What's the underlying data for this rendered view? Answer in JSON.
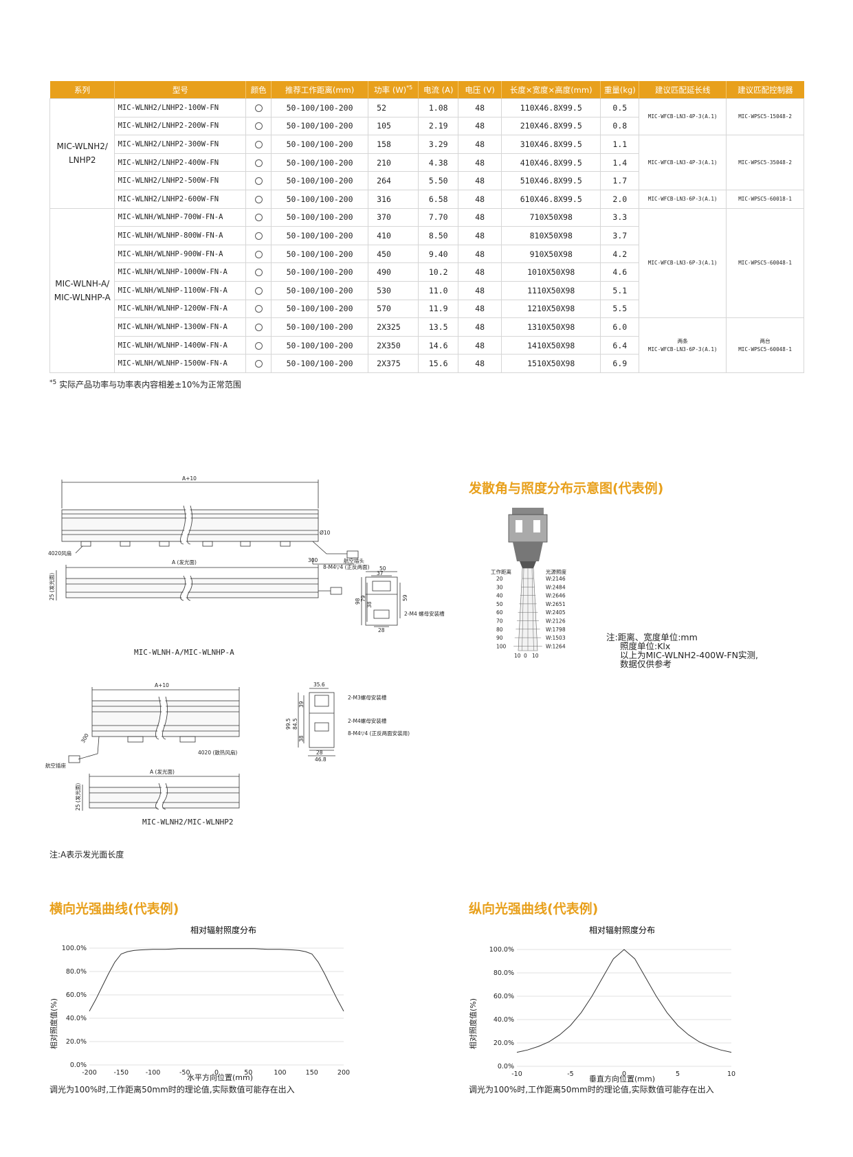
{
  "table": {
    "headers": [
      "系列",
      "型号",
      "颜色",
      "推荐工作距离(mm)",
      "功率 (W)",
      "电流 (A)",
      "电压 (V)",
      "长度×宽度×高度(mm)",
      "重量(kg)",
      "建议匹配延长线",
      "建议匹配控制器"
    ],
    "power_superscript": "*5",
    "series": [
      "MIC-WLNH2/ LNHP2",
      "MIC-WLNH-A/ MIC-WLNHP-A"
    ],
    "rows": [
      {
        "model": "MIC-WLNH2/LNHP2-100W-FN",
        "dist": "50-100/100-200",
        "power": "52",
        "current": "1.08",
        "voltage": "48",
        "dims": "110X46.8X99.5",
        "weight": "0.5"
      },
      {
        "model": "MIC-WLNH2/LNHP2-200W-FN",
        "dist": "50-100/100-200",
        "power": "105",
        "current": "2.19",
        "voltage": "48",
        "dims": "210X46.8X99.5",
        "weight": "0.8"
      },
      {
        "model": "MIC-WLNH2/LNHP2-300W-FN",
        "dist": "50-100/100-200",
        "power": "158",
        "current": "3.29",
        "voltage": "48",
        "dims": "310X46.8X99.5",
        "weight": "1.1"
      },
      {
        "model": "MIC-WLNH2/LNHP2-400W-FN",
        "dist": "50-100/100-200",
        "power": "210",
        "current": "4.38",
        "voltage": "48",
        "dims": "410X46.8X99.5",
        "weight": "1.4"
      },
      {
        "model": "MIC-WLNH2/LNHP2-500W-FN",
        "dist": "50-100/100-200",
        "power": "264",
        "current": "5.50",
        "voltage": "48",
        "dims": "510X46.8X99.5",
        "weight": "1.7"
      },
      {
        "model": "MIC-WLNH2/LNHP2-600W-FN",
        "dist": "50-100/100-200",
        "power": "316",
        "current": "6.58",
        "voltage": "48",
        "dims": "610X46.8X99.5",
        "weight": "2.0"
      },
      {
        "model": "MIC-WLNH/WLNHP-700W-FN-A",
        "dist": "50-100/100-200",
        "power": "370",
        "current": "7.70",
        "voltage": "48",
        "dims": "710X50X98",
        "weight": "3.3"
      },
      {
        "model": "MIC-WLNH/WLNHP-800W-FN-A",
        "dist": "50-100/100-200",
        "power": "410",
        "current": "8.50",
        "voltage": "48",
        "dims": "810X50X98",
        "weight": "3.7"
      },
      {
        "model": "MIC-WLNH/WLNHP-900W-FN-A",
        "dist": "50-100/100-200",
        "power": "450",
        "current": "9.40",
        "voltage": "48",
        "dims": "910X50X98",
        "weight": "4.2"
      },
      {
        "model": "MIC-WLNH/WLNHP-1000W-FN-A",
        "dist": "50-100/100-200",
        "power": "490",
        "current": "10.2",
        "voltage": "48",
        "dims": "1010X50X98",
        "weight": "4.6"
      },
      {
        "model": "MIC-WLNH/WLNHP-1100W-FN-A",
        "dist": "50-100/100-200",
        "power": "530",
        "current": "11.0",
        "voltage": "48",
        "dims": "1110X50X98",
        "weight": "5.1"
      },
      {
        "model": "MIC-WLNH/WLNHP-1200W-FN-A",
        "dist": "50-100/100-200",
        "power": "570",
        "current": "11.9",
        "voltage": "48",
        "dims": "1210X50X98",
        "weight": "5.5"
      },
      {
        "model": "MIC-WLNH/WLNHP-1300W-FN-A",
        "dist": "50-100/100-200",
        "power": "2X325",
        "current": "13.5",
        "voltage": "48",
        "dims": "1310X50X98",
        "weight": "6.0"
      },
      {
        "model": "MIC-WLNH/WLNHP-1400W-FN-A",
        "dist": "50-100/100-200",
        "power": "2X350",
        "current": "14.6",
        "voltage": "48",
        "dims": "1410X50X98",
        "weight": "6.4"
      },
      {
        "model": "MIC-WLNH/WLNHP-1500W-FN-A",
        "dist": "50-100/100-200",
        "power": "2X375",
        "current": "15.6",
        "voltage": "48",
        "dims": "1510X50X98",
        "weight": "6.9"
      }
    ],
    "cables": [
      "MIC-WFCB-LN3-4P-3(A.1)",
      "MIC-WFCB-LN3-4P-3(A.1)",
      "MIC-WFCB-LN3-6P-3(A.1)",
      "MIC-WFCB-LN3-6P-3(A.1)",
      "MIC-WFCB-LN3-6P-3(A.1)"
    ],
    "cable_prefix": "两条",
    "controllers": [
      "MIC-WPSC5-15048-2",
      "MIC-WPSC5-35048-2",
      "MIC-WPSC5-60018-1",
      "MIC-WPSC5-60048-1",
      "MIC-WPSC5-60048-1"
    ],
    "controller_prefix": "两台"
  },
  "footnote": {
    "mark": "*5",
    "text": "实际产品功率与功率表内容相差±10%为正常范围"
  },
  "drawings": {
    "top": {
      "dim_length": "A+10",
      "fan": "4020风扇",
      "diameter": "Ø10",
      "cable_len": "300",
      "plug": "航空插头",
      "front_dim": "A (发光面)",
      "side_dim": "25 (发光面)",
      "caption": "MIC-WLNH-A/MIC-WLNHP-A",
      "mount_label": "8-M4▽4 (正反两面)",
      "d50": "50",
      "d37": "37",
      "d98": "98",
      "d79": "79",
      "d38": "38",
      "d59": "59",
      "d28": "28",
      "nut_slot": "2-M4 螺母安装槽"
    },
    "bottom": {
      "dim_length": "A+10",
      "cable_len": "300",
      "socket": "航空插座",
      "fan": "4020 (散热风扇)",
      "front_dim": "A (发光面)",
      "side_dim": "25 (发光面)",
      "caption": "MIC-WLNH2/MIC-WLNHP2",
      "d35_6": "35.6",
      "d99_5": "99.5",
      "d84_5": "84.5",
      "d39": "39",
      "d38": "38",
      "d28": "28",
      "d46_8": "46.8",
      "m3": "2-M3螺母安装槽",
      "m4": "2-M4螺母安装槽",
      "m4_faces": "8-M4▽4 (正反两面安装用)"
    },
    "note": "注:A表示发光面长度"
  },
  "diverge": {
    "title": "发散角与照度分布示意图(代表例)",
    "col1": "工作距离",
    "col2": "光源照度",
    "distances": [
      "20",
      "30",
      "40",
      "50",
      "60",
      "70",
      "80",
      "90",
      "100"
    ],
    "illuminance": [
      "W:2146",
      "W:2484",
      "W:2646",
      "W:2651",
      "W:2405",
      "W:2126",
      "W:1798",
      "W:1503",
      "W:1264"
    ],
    "width_labels": [
      "10",
      "0",
      "10"
    ],
    "notes": [
      "注:距离、宽度单位:mm",
      "照度单位:Klx",
      "以上为MIC-WLNH2-400W-FN实测,",
      "数据仅供参考"
    ]
  },
  "chart_h": {
    "section_title": "横向光强曲线(代表例)",
    "note": "调光为100%时,工作距离50mm时的理论值,实际数值可能存在出入"
  },
  "chart_v": {
    "section_title": "纵向光强曲线(代表例)",
    "note": "调光为100%时,工作距离50mm时的理论值,实际数值可能存在出入"
  },
  "chart_data": [
    {
      "type": "line",
      "title": "相对辐射照度分布",
      "xlabel": "水平方向位置(mm)",
      "ylabel": "相对照度值(%)",
      "xlim": [
        -200,
        200
      ],
      "ylim": [
        0,
        100
      ],
      "xticks": [
        "-200",
        "-150",
        "-100",
        "-50",
        "0",
        "50",
        "100",
        "150",
        "200"
      ],
      "yticks": [
        "0.0%",
        "20.0%",
        "40.0%",
        "60.0%",
        "80.0%",
        "100.0%"
      ],
      "grid": "horizontal",
      "x": [
        -200,
        -190,
        -180,
        -170,
        -160,
        -150,
        -140,
        -130,
        -120,
        -100,
        -80,
        -60,
        -40,
        -20,
        0,
        20,
        40,
        60,
        80,
        100,
        120,
        130,
        140,
        150,
        160,
        170,
        180,
        190,
        200
      ],
      "y": [
        46,
        56,
        67,
        78,
        88,
        95,
        97,
        98,
        98.5,
        99,
        99,
        99.5,
        99.5,
        99.5,
        99.5,
        99.5,
        99.5,
        99.5,
        99,
        99,
        98.5,
        98,
        97,
        95,
        88,
        78,
        67,
        56,
        46
      ]
    },
    {
      "type": "line",
      "title": "相对辐射照度分布",
      "xlabel": "垂直方向位置(mm)",
      "ylabel": "相对照度值(%)",
      "xlim": [
        -10,
        10
      ],
      "ylim": [
        0,
        100
      ],
      "xticks": [
        "-10",
        "-5",
        "0",
        "5",
        "10"
      ],
      "yticks": [
        "0.0%",
        "20.0%",
        "40.0%",
        "60.0%",
        "80.0%",
        "100.0%"
      ],
      "grid": "horizontal",
      "x": [
        -10,
        -9,
        -8,
        -7,
        -6,
        -5,
        -4,
        -3,
        -2,
        -1,
        0,
        1,
        2,
        3,
        4,
        5,
        6,
        7,
        8,
        9,
        10
      ],
      "y": [
        12,
        14,
        17,
        21,
        27,
        35,
        46,
        60,
        76,
        92,
        100,
        92,
        76,
        60,
        46,
        35,
        27,
        21,
        17,
        14,
        12
      ]
    }
  ]
}
